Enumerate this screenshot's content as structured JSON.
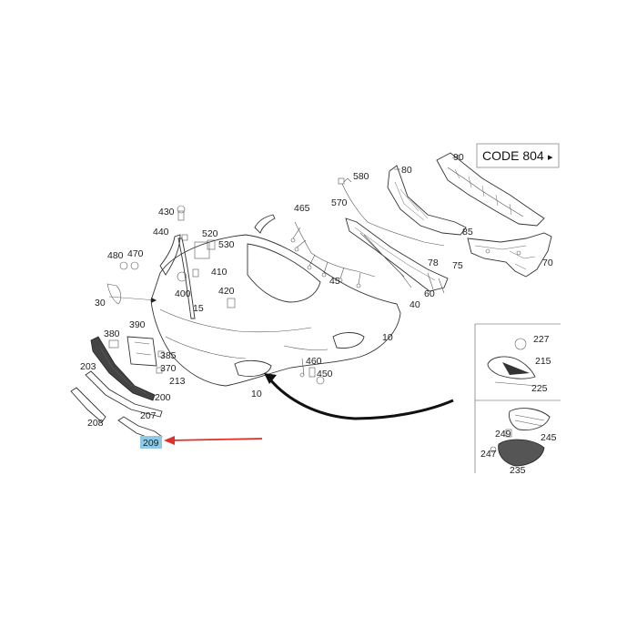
{
  "code_box": {
    "text": "CODE 804",
    "arrow": "▸"
  },
  "labels": {
    "p10a": "10",
    "p10b": "10",
    "p15": "15",
    "p30": "30",
    "p40": "40",
    "p45": "45",
    "p60": "60",
    "p70": "70",
    "p75": "75",
    "p78": "78",
    "p80": "80",
    "p85": "85",
    "p90": "90",
    "p200": "200",
    "p203": "203",
    "p207": "207",
    "p208": "208",
    "p209": "209",
    "p213": "213",
    "p215": "215",
    "p225": "225",
    "p227": "227",
    "p235": "235",
    "p245": "245",
    "p247": "247",
    "p249": "249",
    "p370": "370",
    "p380": "380",
    "p385": "385",
    "p390": "390",
    "p400": "400",
    "p410": "410",
    "p420": "420",
    "p430": "430",
    "p440": "440",
    "p450": "450",
    "p460": "460",
    "p465": "465",
    "p470": "470",
    "p480": "480",
    "p520": "520",
    "p530": "530",
    "p570": "570",
    "p580": "580"
  },
  "highlight": {
    "part": "209",
    "color": "#8ecae6",
    "arrow_color": "#e0302b"
  }
}
